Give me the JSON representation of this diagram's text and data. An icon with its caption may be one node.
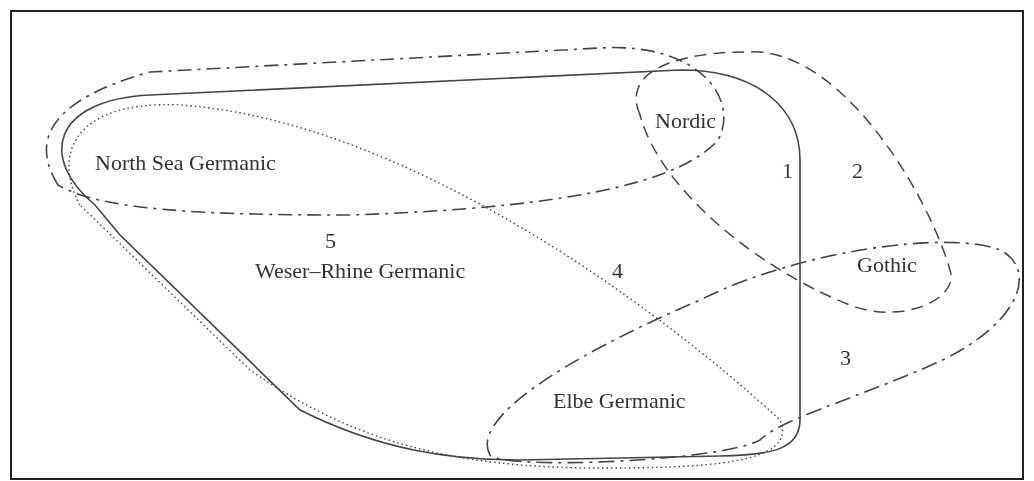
{
  "diagram": {
    "labels": [
      "Nordic",
      "North Sea Germanic",
      "1",
      "2",
      "Gothic",
      "5",
      "Weser–Rhine Germanic",
      "4",
      "3",
      "Elbe Germanic"
    ]
  }
}
